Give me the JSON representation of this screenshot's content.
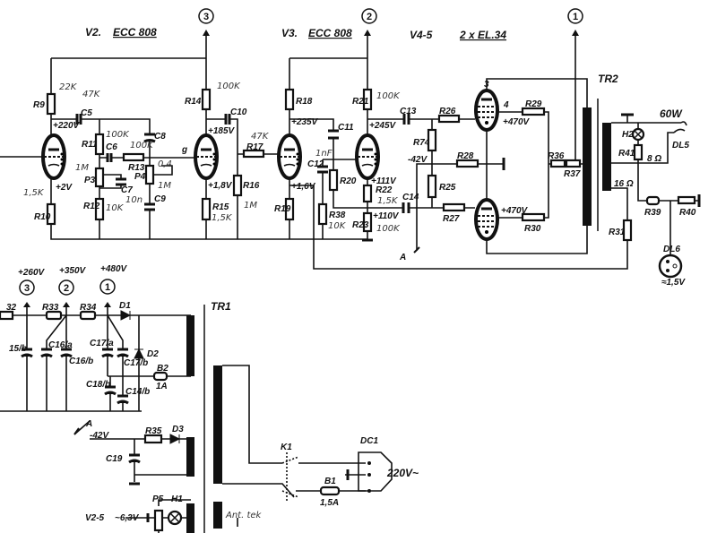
{
  "title": {
    "v2": "V2.",
    "v2_type": "ECC 808",
    "v3": "V3.",
    "v3_type": "ECC 808",
    "v45": "V4-5",
    "v45_type": "2 x EL.34"
  },
  "nodes": {
    "n1": "1",
    "n2": "2",
    "n3": "3"
  },
  "labels": {
    "R9": "R9",
    "R10": "R10",
    "R11": "R11",
    "R12": "R12",
    "R13": "R13",
    "R14": "R14",
    "R15": "R15",
    "R16": "R16",
    "R17": "R17",
    "R18": "R18",
    "R19": "R19",
    "R20": "R20",
    "R21": "R21",
    "R22": "R22",
    "R23": "R23",
    "R24": "R74",
    "R25": "R25",
    "R26": "R26",
    "R27": "R27",
    "R28": "R28",
    "R29": "R29",
    "R30": "R30",
    "R31": "R31",
    "R33": "R33",
    "R34": "R34",
    "R35": "R35",
    "R36": "R36",
    "R37": "R37",
    "R38": "R38",
    "R39": "R39",
    "R40": "R40",
    "R41": "R41",
    "R32": "32",
    "C5": "C5",
    "C6": "C6",
    "C7": "C7",
    "C8": "C8",
    "C9": "C9",
    "C10": "C10",
    "C11": "C11",
    "C12": "C12",
    "C13": "C13",
    "C14": "C14",
    "C15b": "15/b",
    "C16a": "C16/a",
    "C16b": "C16/b",
    "C17a": "C17/a",
    "C17b": "C17/b",
    "C18b": "C18/b",
    "C14b": "C14/b",
    "C19": "C19",
    "P3": "P3",
    "P4": "P4",
    "P5": "P5",
    "D1": "D1",
    "D2": "D2",
    "D3": "D3",
    "B1": "B1",
    "B2": "B2",
    "B1_rating": "1,5A",
    "B2_rating": "1A",
    "H1": "H1",
    "H2": "H2",
    "TR1": "TR1",
    "TR2": "TR2",
    "K1": "K1",
    "DC1": "DC1",
    "DL5": "DL5",
    "DL6": "DL6",
    "A1": "A",
    "A2": "A",
    "pin3": "3",
    "pin4": "4",
    "g": "g"
  },
  "voltages": {
    "v220": "+220V",
    "v2": "+2V",
    "v185": "+185V",
    "v18": "+1,8V",
    "v235": "+235V",
    "v16": "+1,6V",
    "v245": "+245V",
    "v111": "+111V",
    "v110": "+110V",
    "vneg42": "-42V",
    "v470a": "+470V",
    "v470b": "+470V",
    "v260": "+260V",
    "v350": "+350V",
    "v480": "+480V",
    "vneg42b": "-42V",
    "heater": "~6,3V",
    "heater_tubes": "V2-5",
    "mains": "220V~",
    "power": "60W",
    "ohm8": "8 Ω",
    "ohm16": "16 Ω",
    "dl6_v": "≈1,5V",
    "ant": "Ant. tek"
  },
  "handwritten": {
    "r9": "22K",
    "r9b": "47K",
    "r10": "1,5K",
    "r11": "100K",
    "r12": "10K",
    "r13": "100K",
    "p4": "1M",
    "p4b": "0,4",
    "r14": "100K",
    "r15": "1,5K",
    "r16": "1M",
    "r17": "47K",
    "c12": "1nF",
    "r21": "100K",
    "r22": "1,5K",
    "r23": "100K",
    "r38": "10K",
    "p3": "1M",
    "c7": "10n"
  }
}
